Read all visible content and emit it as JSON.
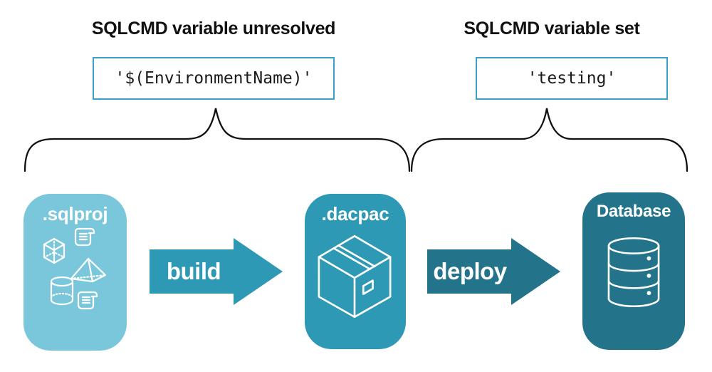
{
  "annotations": {
    "left": {
      "title": "SQLCMD variable unresolved",
      "code": "'$(EnvironmentName)'"
    },
    "right": {
      "title": "SQLCMD variable set",
      "code": "'testing'"
    }
  },
  "pipeline": {
    "nodes": [
      {
        "id": "sqlproj",
        "label": ".sqlproj",
        "color": "#7ac7db",
        "icons": [
          "scroll-icon",
          "cube-icon",
          "pyramid-icon",
          "cylinder-icon",
          "scroll-icon"
        ]
      },
      {
        "id": "dacpac",
        "label": ".dacpac",
        "color": "#2e99b4",
        "icons": [
          "package-icon"
        ]
      },
      {
        "id": "database",
        "label": "Database",
        "color": "#23748a",
        "icons": [
          "database-icon"
        ]
      }
    ],
    "arrows": [
      {
        "label": "build",
        "color": "#2e99b4"
      },
      {
        "label": "deploy",
        "color": "#23748a"
      }
    ]
  },
  "colors": {
    "code_box_border": "#3aa2c4",
    "brace": "#111111",
    "icon_stroke": "#ffffff",
    "heading_text": "#111111",
    "background": "#ffffff"
  }
}
